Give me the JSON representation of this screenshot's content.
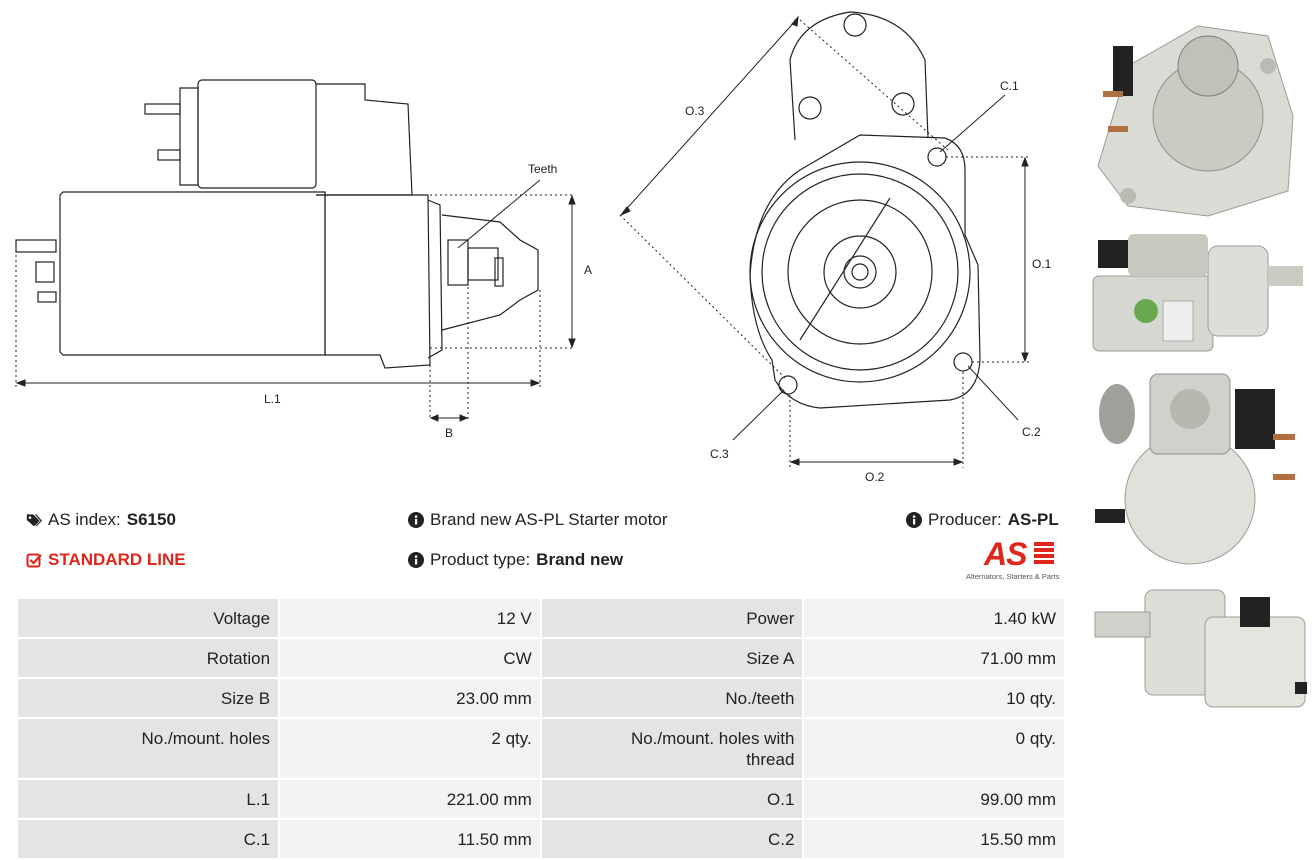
{
  "diagram": {
    "teeth_label": "Teeth",
    "a_label": "A",
    "b_label": "B",
    "l1_label": "L.1",
    "o1_label": "O.1",
    "o2_label": "O.2",
    "o3_label": "O.3",
    "c1_label": "C.1",
    "c2_label": "C.2",
    "c3_label": "C.3"
  },
  "info": {
    "as_index_label": "AS index:",
    "as_index_value": "S6150",
    "standard_line": "STANDARD LINE",
    "description": "Brand new AS-PL Starter motor",
    "product_type_label": "Product type:",
    "product_type_value": "Brand new",
    "producer_label": "Producer:",
    "producer_value": "AS-PL",
    "logo_text": "AS",
    "logo_tagline": "Alternators, Starters & Parts"
  },
  "specs": [
    {
      "k1": "Voltage",
      "v1": "12 V",
      "k2": "Power",
      "v2": "1.40 kW"
    },
    {
      "k1": "Rotation",
      "v1": "CW",
      "k2": "Size A",
      "v2": "71.00 mm"
    },
    {
      "k1": "Size B",
      "v1": "23.00 mm",
      "k2": "No./teeth",
      "v2": "10 qty."
    },
    {
      "k1": "No./mount. holes",
      "v1": "2 qty.",
      "k2": "No./mount. holes with thread",
      "v2": "0 qty."
    },
    {
      "k1": "L.1",
      "v1": "221.00 mm",
      "k2": "O.1",
      "v2": "99.00 mm"
    },
    {
      "k1": "C.1",
      "v1": "11.50 mm",
      "k2": "C.2",
      "v2": "15.50 mm"
    }
  ],
  "colors": {
    "accent_red": "#e0251b",
    "key_cell_bg": "#e4e4e4",
    "value_cell_bg": "#f3f3f3"
  },
  "icons": [
    "tags-icon",
    "checkbox-icon",
    "info-icon"
  ]
}
